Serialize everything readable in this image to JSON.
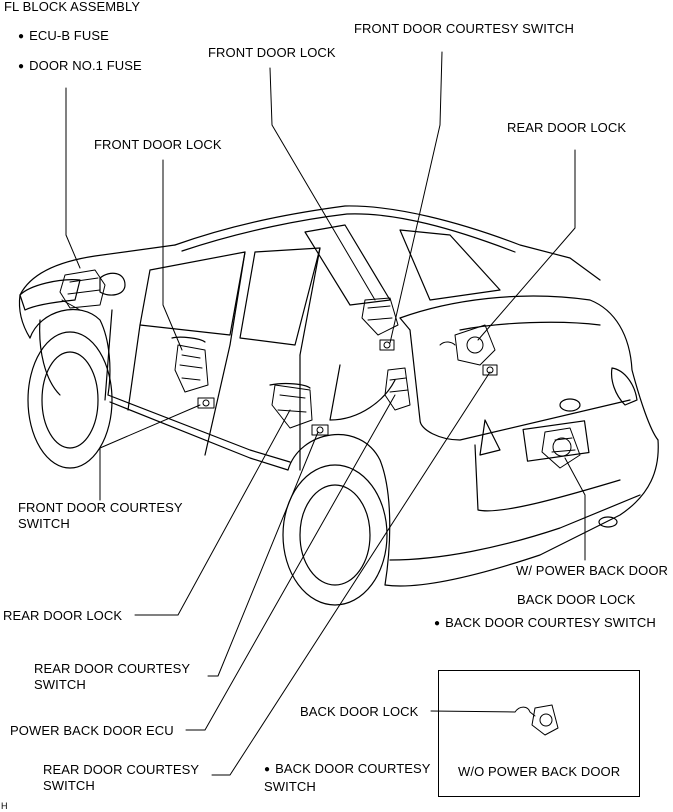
{
  "labels": {
    "fl_block": "FL BLOCK ASSEMBLY",
    "ecu_b_fuse": "ECU-B FUSE",
    "door_no1_fuse": "DOOR NO.1 FUSE",
    "front_door_lock_top": "FRONT DOOR LOCK",
    "front_door_courtesy_top": "FRONT DOOR COURTESY SWITCH",
    "rear_door_lock_right": "REAR DOOR LOCK",
    "front_door_lock_left": "FRONT DOOR LOCK",
    "front_door_courtesy_left": "FRONT DOOR COURTESY\nSWITCH",
    "w_power_back_door": "W/ POWER BACK DOOR",
    "back_door_lock": "BACK DOOR LOCK",
    "back_door_courtesy_switch": "BACK DOOR COURTESY SWITCH",
    "rear_door_lock_left": "REAR DOOR LOCK",
    "rear_door_courtesy_1": "REAR DOOR COURTESY\nSWITCH",
    "power_back_door_ecu": "POWER BACK DOOR ECU",
    "rear_door_courtesy_2": "REAR DOOR COURTESY\nSWITCH",
    "back_door_courtesy_2": "BACK DOOR COURTESY\nSWITCH",
    "inset_back_door_lock": "BACK DOOR LOCK",
    "inset_title": "W/O POWER BACK DOOR",
    "corner_code": "H"
  }
}
